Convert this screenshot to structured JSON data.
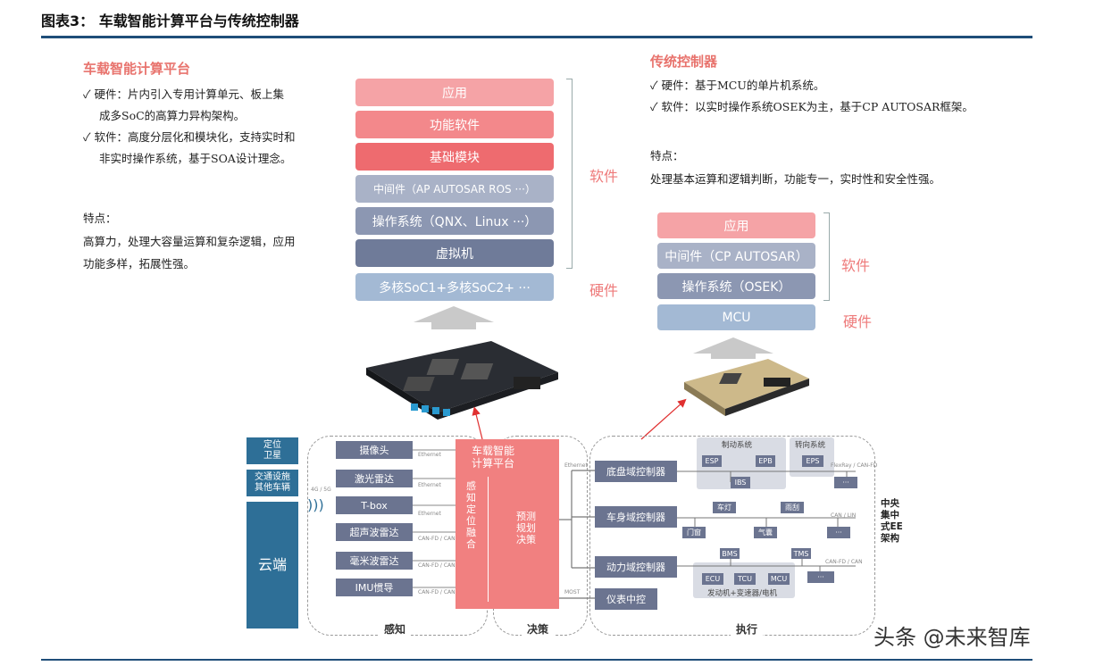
{
  "header": {
    "title": "图表3：  车载智能计算平台与传统控制器"
  },
  "left": {
    "title": "车载智能计算平台",
    "bullets": [
      "✓  硬件：片内引入专用计算单元、板上集",
      "成多SoC的高算力异构架构。",
      "✓  软件：高度分层化和模块化，支持实时和",
      "非实时操作系统，基于SOA设计理念。"
    ],
    "feature_title": "特点：",
    "feature_lines": [
      "高算力，处理大容量运算和复杂逻辑，应用",
      "功能多样，拓展性强。"
    ]
  },
  "right": {
    "title": "传统控制器",
    "bullets": [
      "✓  硬件：基于MCU的单片机系统。",
      "✓  软件：以实时操作系统OSEK为主，基于CP AUTOSAR框架。"
    ],
    "feature_title": "特点：",
    "feature_line": "处理基本运算和逻辑判断，功能专一，实时性和安全性强。"
  },
  "stack_left": {
    "layers": [
      "应用",
      "功能软件",
      "基础模块",
      "中间件（AP AUTOSAR ROS ···）",
      "操作系统（QNX、Linux ···）",
      "虚拟机",
      "多核SoC1+多核SoC2+ ···"
    ],
    "sw_label": "软件",
    "hw_label": "硬件"
  },
  "stack_right": {
    "layers": [
      "应用",
      "中间件（CP AUTOSAR）",
      "操作系统（OSEK）",
      "MCU"
    ],
    "sw_label": "软件",
    "hw_label": "硬件"
  },
  "arch": {
    "cloud": {
      "sat": "定位\n卫星",
      "traffic": "交通设施\n其他车辆",
      "cloud": "云端",
      "net": "4G / 5G"
    },
    "sensors": [
      "摄像头",
      "激光雷达",
      "T-box",
      "超声波雷达",
      "毫米波雷达",
      "IMU惯导"
    ],
    "links": [
      "Ethernet",
      "Ethernet",
      "Ethernet",
      "CAN-FD / CAN",
      "CAN-FD / CAN",
      "CAN-FD / CAN"
    ],
    "platform": "车载智能\n计算平台",
    "fusion": "感\n知\n定\n位\n融\n合",
    "plan": "预测\n规划\n决策",
    "eth_right": "Ethernet",
    "most": "MOST",
    "controllers": [
      "底盘域控制器",
      "车身域控制器",
      "动力域控制器",
      "仪表中控"
    ],
    "brake_group": "制动系统",
    "steer_group": "转向系统",
    "chassis_nodes": [
      "ESP",
      "EPB",
      "IBS",
      "EPS",
      "···"
    ],
    "chassis_bus": "FlexRay / CAN-FD",
    "body_nodes": [
      "车灯",
      "雨刮",
      "门窗",
      "气囊",
      "···"
    ],
    "body_bus": "CAN / LIN",
    "power_nodes": [
      "BMS",
      "TMS",
      "ECU",
      "TCU",
      "MCU",
      "···"
    ],
    "power_bus": "CAN-FD / CAN",
    "power_group": "发动机+变速器/电机",
    "central": "中央\n集中\n式EE\n架构",
    "bottom": [
      "感知",
      "决策",
      "执行"
    ]
  },
  "watermark": "头条 @未来智库"
}
